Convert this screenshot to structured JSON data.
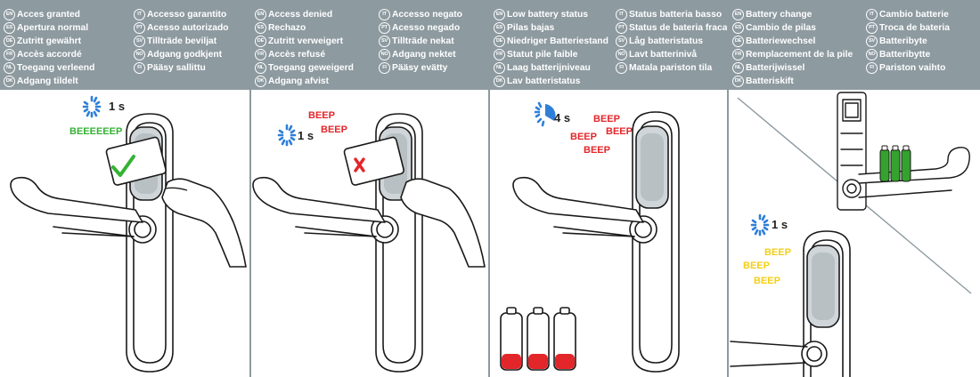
{
  "panels": [
    {
      "title_langs": [
        {
          "code": "EN",
          "text": "Acces granted"
        },
        {
          "code": "ES",
          "text": "Apertura normal"
        },
        {
          "code": "DE",
          "text": "Zutritt gewährt"
        },
        {
          "code": "FR",
          "text": "Accès accordé"
        },
        {
          "code": "NL",
          "text": "Toegang verleend"
        },
        {
          "code": "DK",
          "text": "Adgang tildelt"
        },
        {
          "code": "IT",
          "text": "Accesso garantito"
        },
        {
          "code": "PT",
          "text": "Acesso autorizado"
        },
        {
          "code": "SV",
          "text": "Tillträde beviljat"
        },
        {
          "code": "NO",
          "text": "Adgang godkjent"
        },
        {
          "code": "FI",
          "text": "Pääsy sallittu"
        }
      ],
      "duration": "1 s",
      "sounds": [
        "BEEEEEEP"
      ],
      "result_color": "#34b233"
    },
    {
      "title_langs": [
        {
          "code": "EN",
          "text": "Access denied"
        },
        {
          "code": "ES",
          "text": "Rechazo"
        },
        {
          "code": "DE",
          "text": "Zutritt verweigert"
        },
        {
          "code": "FR",
          "text": "Accès refusé"
        },
        {
          "code": "NL",
          "text": "Toegang geweigerd"
        },
        {
          "code": "DK",
          "text": "Adgang afvist"
        },
        {
          "code": "IT",
          "text": "Accesso negato"
        },
        {
          "code": "PT",
          "text": "Acesso negado"
        },
        {
          "code": "SV",
          "text": "Tillträde nekat"
        },
        {
          "code": "NO",
          "text": "Adgang nektet"
        },
        {
          "code": "FI",
          "text": "Pääsy evätty"
        }
      ],
      "duration": "1 s",
      "sounds": [
        "BEEP",
        "BEEP"
      ],
      "result_color": "#e3262a"
    },
    {
      "title_langs": [
        {
          "code": "EN",
          "text": "Low battery status"
        },
        {
          "code": "ES",
          "text": "Pilas bajas"
        },
        {
          "code": "DE",
          "text": "Niedriger Batteriestand"
        },
        {
          "code": "FR",
          "text": "Statut pile faible"
        },
        {
          "code": "NL",
          "text": "Laag batterijniveau"
        },
        {
          "code": "DK",
          "text": "Lav batteristatus"
        },
        {
          "code": "IT",
          "text": "Status batteria basso"
        },
        {
          "code": "PT",
          "text": "Status de bateria fraca"
        },
        {
          "code": "SV",
          "text": "Låg batteristatus"
        },
        {
          "code": "NO",
          "text": "Lavt batterinivå"
        },
        {
          "code": "FI",
          "text": "Matala pariston tila"
        }
      ],
      "duration": "4 s",
      "sounds": [
        "BEEP",
        "BEEP",
        "BEEP",
        "BEEP"
      ],
      "battery_color": "#e3262a"
    },
    {
      "title_langs": [
        {
          "code": "EN",
          "text": "Battery change"
        },
        {
          "code": "ES",
          "text": "Cambio de pilas"
        },
        {
          "code": "DE",
          "text": "Batteriewechsel"
        },
        {
          "code": "FR",
          "text": "Remplacement de la pile"
        },
        {
          "code": "NL",
          "text": "Batterijwissel"
        },
        {
          "code": "DK",
          "text": "Batteriskift"
        },
        {
          "code": "IT",
          "text": "Cambio batterie"
        },
        {
          "code": "PT",
          "text": "Troca de bateria"
        },
        {
          "code": "SV",
          "text": "Batteribyte"
        },
        {
          "code": "NO",
          "text": "Batteribytte"
        },
        {
          "code": "FI",
          "text": "Pariston vaihto"
        }
      ],
      "duration": "1 s",
      "sounds": [
        "BEEP",
        "BEEP",
        "BEEP"
      ],
      "battery_color": "#34a22e"
    }
  ],
  "colors": {
    "header": "#8d9aa0",
    "timer": "#2f7fd8",
    "line": "#1a1a1a"
  }
}
